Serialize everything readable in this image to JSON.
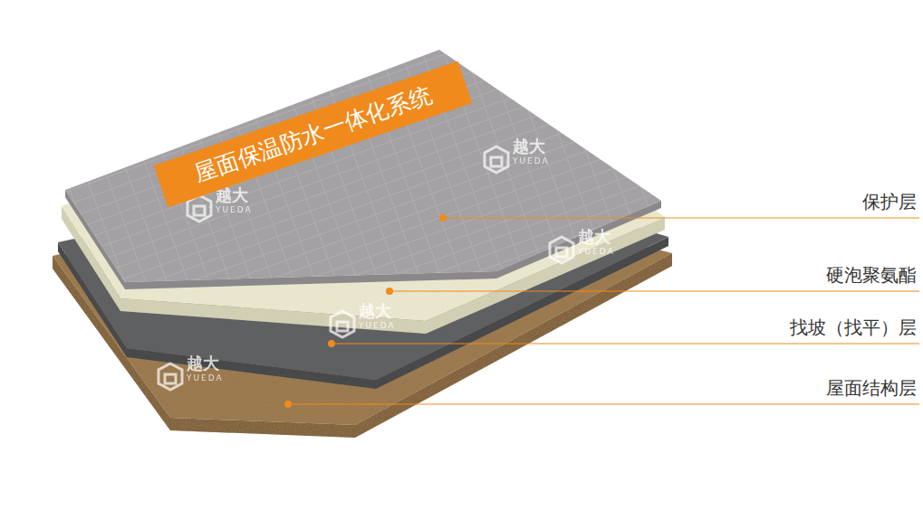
{
  "diagram": {
    "nodes": [
      {
        "text": [
          "屋面保温防水一体化系统"
        ]
      }
    ],
    "labels": [
      "保护层",
      "硬泡聚氨酯",
      "找坡（找平）层",
      "屋面结构层",
      "越大",
      "YUEDA",
      "越大",
      "YUEDA",
      "越大",
      "YUEDA",
      "越大",
      "YUEDA",
      "越大",
      "YUEDA"
    ]
  }
}
